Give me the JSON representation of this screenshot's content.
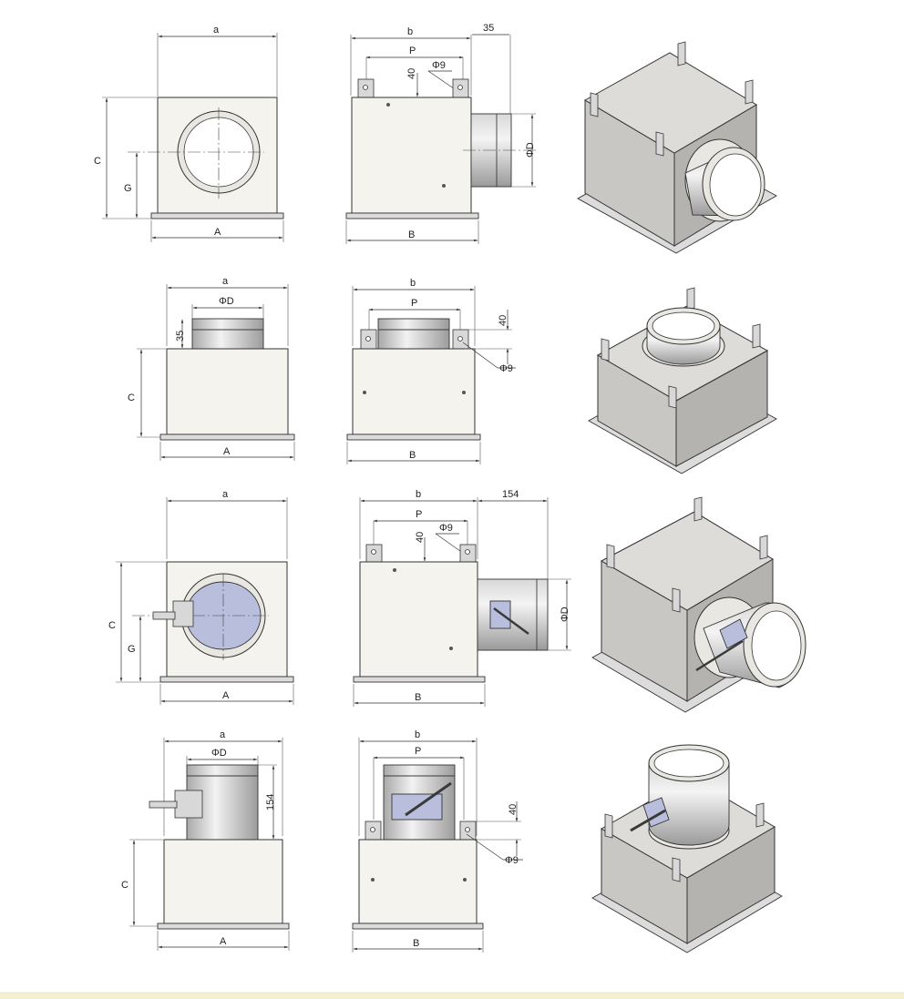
{
  "labels": {
    "a": "a",
    "b": "b",
    "A": "A",
    "B": "B",
    "C": "C",
    "G": "G",
    "P": "P",
    "D": "ΦD",
    "hole": "Φ9",
    "offset40": "40",
    "offset35": "35",
    "offset154": "154"
  },
  "colors": {
    "body": "#f5f3ee",
    "damper": "#b8bedc",
    "steel": "#c9c7c3"
  }
}
